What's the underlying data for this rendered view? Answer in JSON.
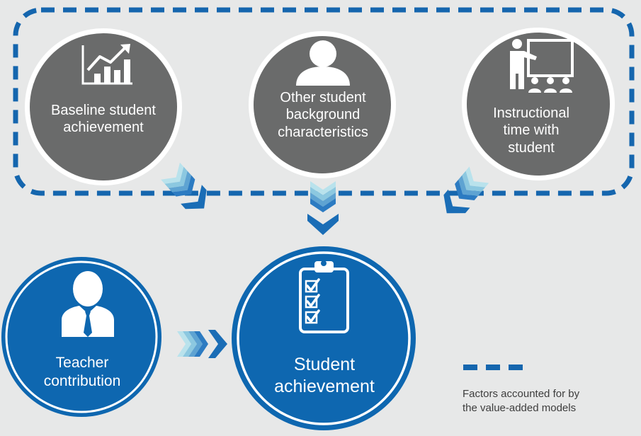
{
  "nodes": {
    "baseline": {
      "label": "Baseline student\nachievement",
      "icon": "bar-chart-icon"
    },
    "background": {
      "label": "Other student\nbackground\ncharacteristics",
      "icon": "person-icon"
    },
    "instruction": {
      "label": "Instructional\ntime with\nstudent",
      "icon": "teacher-board-icon"
    },
    "teacher": {
      "label": "Teacher\ncontribution",
      "icon": "businessman-icon"
    },
    "student": {
      "label": "Student\nachievement",
      "icon": "clipboard-checklist-icon"
    }
  },
  "legend": {
    "text": "Factors accounted for by\nthe value-added models"
  },
  "colors": {
    "background": "#e7e8e8",
    "grey_circle": "#6a6b6b",
    "blue_circle": "#0e67b0",
    "dash_blue": "#1566ae",
    "arrow_blue": "#1a6db6",
    "arrow_light": "#a9dbe8"
  }
}
